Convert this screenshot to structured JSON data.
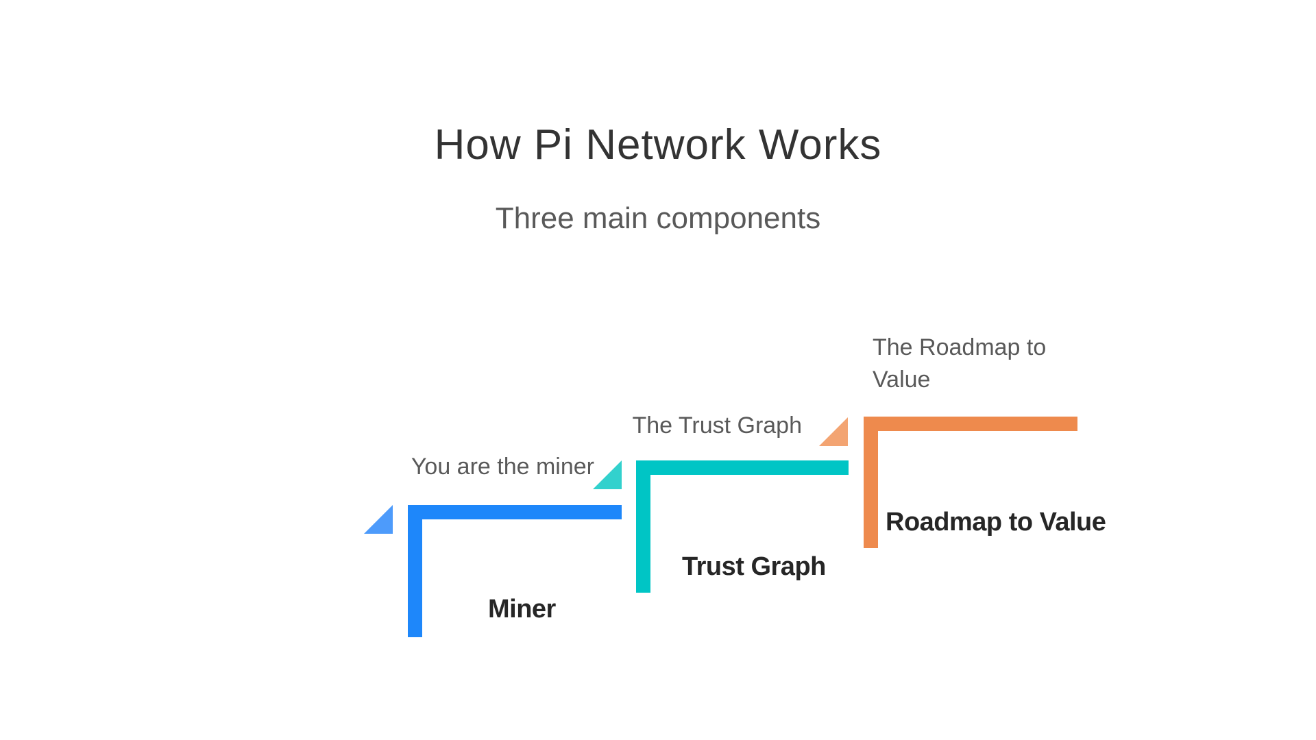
{
  "header": {
    "title": "How Pi Network Works",
    "subtitle": "Three main components"
  },
  "steps": [
    {
      "caption": "You are the miner",
      "title": "Miner",
      "bar_color": "#1e87fa",
      "triangle_color": "#4d9bfb"
    },
    {
      "caption": "The Trust Graph",
      "title": "Trust Graph",
      "bar_color": "#00c5c5",
      "triangle_color": "#32d1cd"
    },
    {
      "caption": "The Roadmap to Value",
      "title": "Roadmap to Value",
      "bar_color": "#ee8a4d",
      "triangle_color": "#f3a472"
    }
  ],
  "colors": {
    "background": "#ffffff",
    "title_text": "#333333",
    "subtitle_text": "#595959",
    "caption_text": "#595959",
    "step_title_text": "#262626"
  }
}
